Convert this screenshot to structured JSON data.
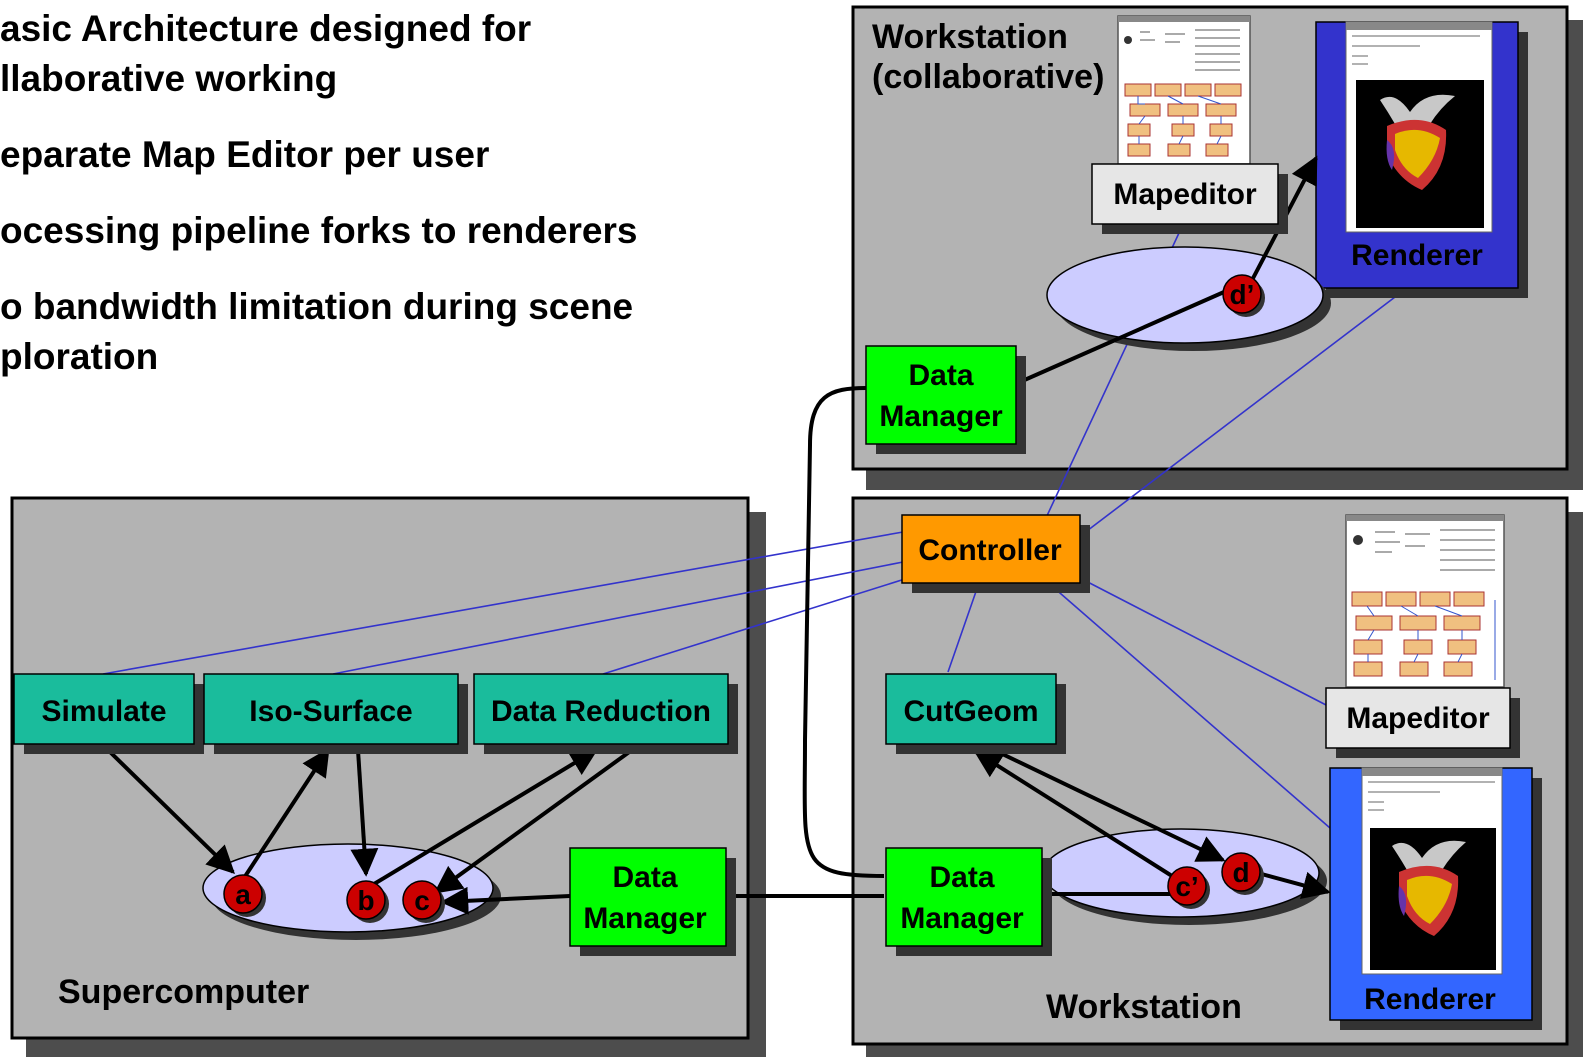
{
  "bullets": [
    {
      "line1": "asic Architecture designed for",
      "line2": "llaborative working"
    },
    {
      "line1": "eparate Map Editor per user"
    },
    {
      "line1": "ocessing pipeline forks to renderers"
    },
    {
      "line1": "o bandwidth limitation during scene",
      "line2": "ploration"
    }
  ],
  "regions": {
    "workstation_collab_line1": "Workstation",
    "workstation_collab_line2": "(collaborative)",
    "supercomputer": "Supercomputer",
    "workstation": "Workstation"
  },
  "modules": {
    "simulate": "Simulate",
    "iso_surface": "Iso-Surface",
    "data_reduction": "Data Reduction",
    "data_manager_line1": "Data",
    "data_manager_line2": "Manager",
    "controller": "Controller",
    "cutgeom": "CutGeom",
    "mapeditor": "Mapeditor",
    "renderer": "Renderer"
  },
  "nodes": {
    "a": "a",
    "b": "b",
    "c": "c",
    "c_prime": "c’",
    "d": "d",
    "d_prime": "d’"
  },
  "colors": {
    "region_fill": "#b3b3b3",
    "module_green": "#1abc9c",
    "data_manager": "#00ff00",
    "controller": "#ff9900",
    "mapeditor": "#e6e6e6",
    "renderer_collab": "#3333cc",
    "renderer": "#3366ff",
    "shared_memory": "#ccccff",
    "node": "#cc0000",
    "control_link": "#3333cc"
  }
}
